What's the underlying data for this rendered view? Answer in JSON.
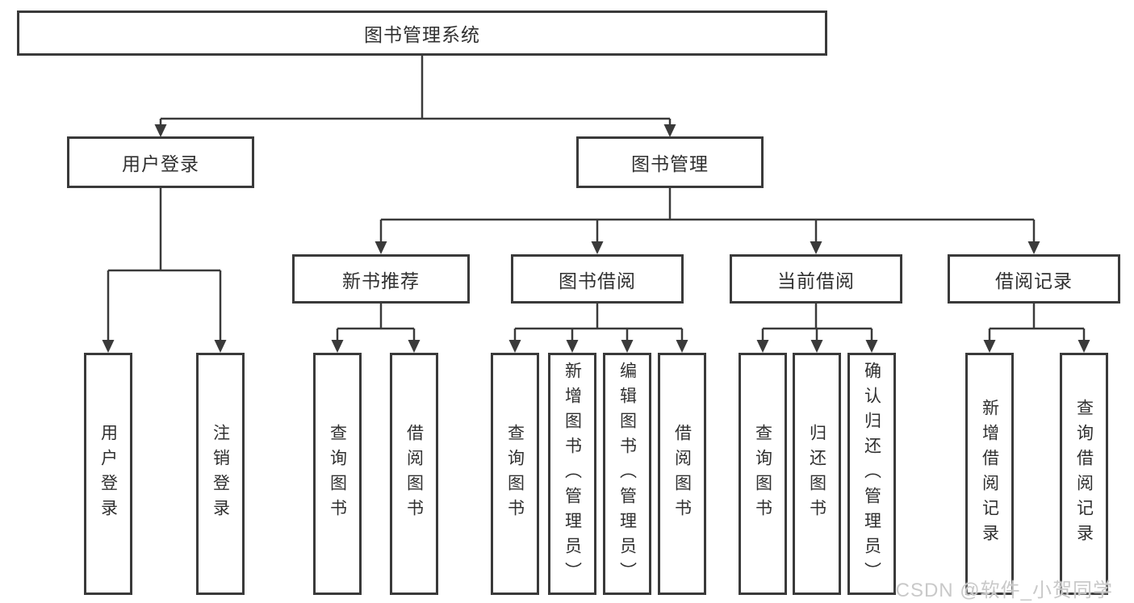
{
  "tree": {
    "label": "图书管理系统",
    "children": [
      {
        "label": "用户登录",
        "children": [
          {
            "label": "用户登录"
          },
          {
            "label": "注销登录"
          }
        ]
      },
      {
        "label": "图书管理",
        "children": [
          {
            "label": "新书推荐",
            "children": [
              {
                "label": "查询图书"
              },
              {
                "label": "借阅图书"
              }
            ]
          },
          {
            "label": "图书借阅",
            "children": [
              {
                "label": "查询图书"
              },
              {
                "label": "新增图书（管理员）"
              },
              {
                "label": "编辑图书（管理员）"
              },
              {
                "label": "借阅图书"
              }
            ]
          },
          {
            "label": "当前借阅",
            "children": [
              {
                "label": "查询图书"
              },
              {
                "label": "归还图书"
              },
              {
                "label": "确认归还（管理员）"
              }
            ]
          },
          {
            "label": "借阅记录",
            "children": [
              {
                "label": "新增借阅记录"
              },
              {
                "label": "查询借阅记录"
              }
            ]
          }
        ]
      }
    ]
  },
  "watermark": {
    "text": "CSDN @软件_小贺同学"
  },
  "colors": {
    "line": "#3a3a3a",
    "text": "#303030",
    "watermark": "#c9c9c9",
    "background": "#ffffff"
  }
}
